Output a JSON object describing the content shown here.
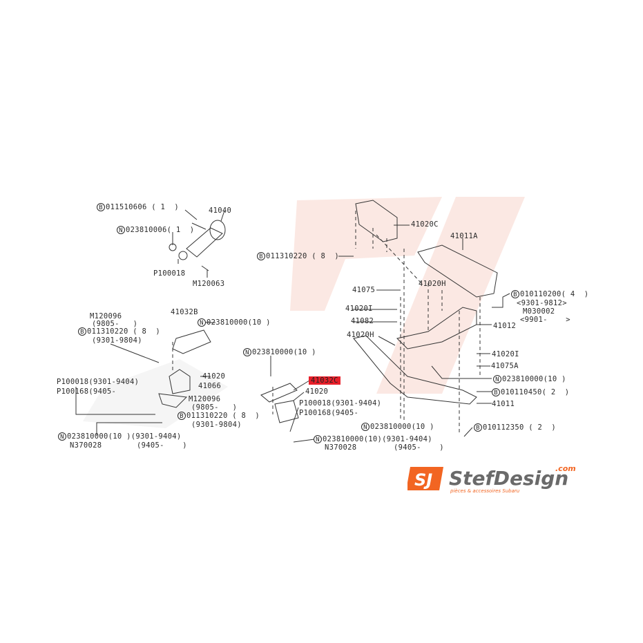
{
  "accent_highlight": "#e8202a",
  "watermark_color": "#fbe3dc",
  "logo": {
    "text": "StefDesign",
    "domain": ".com",
    "tagline": "pièces & accessoires Subaru",
    "badge": "SJ",
    "color": "#f26522"
  },
  "labels": [
    {
      "id": "l1",
      "prefix": "B",
      "text": "011510606 ( 1  )"
    },
    {
      "id": "l2",
      "text": "41040"
    },
    {
      "id": "l3",
      "prefix": "N",
      "text": "023810006( 1  )"
    },
    {
      "id": "l4",
      "text": "P100018"
    },
    {
      "id": "l5",
      "text": "M120063"
    },
    {
      "id": "l6",
      "text": "M120096"
    },
    {
      "id": "l7",
      "text": "(9805-   )"
    },
    {
      "id": "l8",
      "prefix": "B",
      "text": "011310220 ( 8  )"
    },
    {
      "id": "l9",
      "text": "(9301-9804)"
    },
    {
      "id": "l10",
      "text": "41032B"
    },
    {
      "id": "l11",
      "prefix": "N",
      "text": "023810000(10 )"
    },
    {
      "id": "l12",
      "text": "41020"
    },
    {
      "id": "l13",
      "text": "41066"
    },
    {
      "id": "l14",
      "text": "P100018(9301-9404)"
    },
    {
      "id": "l15",
      "text": "P100168(9405-"
    },
    {
      "id": "l16",
      "text": "M120096"
    },
    {
      "id": "l17",
      "text": "(9805-   )"
    },
    {
      "id": "l18",
      "prefix": "B",
      "text": "011310220 ( 8  )"
    },
    {
      "id": "l19",
      "text": "(9301-9804)"
    },
    {
      "id": "l20",
      "prefix": "N",
      "text": "023810000(10 )(9301-9404)"
    },
    {
      "id": "l21",
      "text": "N370028"
    },
    {
      "id": "l22",
      "text": "(9405-    )"
    },
    {
      "id": "l23",
      "prefix": "N",
      "text": "023810000(10 )"
    },
    {
      "id": "l24",
      "text": "41032C",
      "highlight": true
    },
    {
      "id": "l25",
      "text": "41020"
    },
    {
      "id": "l26",
      "text": "P100018(9301-9404)"
    },
    {
      "id": "l27",
      "text": "P100168(9405-"
    },
    {
      "id": "l28",
      "prefix": "N",
      "text": "023810000(10)(9301-9404)"
    },
    {
      "id": "l29",
      "text": "N370028"
    },
    {
      "id": "l30",
      "text": "(9405-    )"
    },
    {
      "id": "l31",
      "prefix": "N",
      "text": "023810000(10 )"
    },
    {
      "id": "l32",
      "text": "41020C"
    },
    {
      "id": "l33",
      "text": "41011A"
    },
    {
      "id": "l34",
      "prefix": "B",
      "text": "011310220 ( 8  )"
    },
    {
      "id": "l35",
      "text": "41075"
    },
    {
      "id": "l36",
      "text": "41020H"
    },
    {
      "id": "l37",
      "text": "41020I"
    },
    {
      "id": "l38",
      "text": "41082"
    },
    {
      "id": "l39",
      "text": "41020H"
    },
    {
      "id": "l40",
      "prefix": "B",
      "text": "010110200( 4  )"
    },
    {
      "id": "l41",
      "text": "<9301-9812>"
    },
    {
      "id": "l42",
      "text": "M030002"
    },
    {
      "id": "l43",
      "text": "<9901-    >"
    },
    {
      "id": "l44",
      "text": "41012"
    },
    {
      "id": "l45",
      "text": "41020I"
    },
    {
      "id": "l46",
      "text": "41075A"
    },
    {
      "id": "l47",
      "prefix": "N",
      "text": "023810000(10 )"
    },
    {
      "id": "l48",
      "prefix": "B",
      "text": "010110450( 2  )"
    },
    {
      "id": "l49",
      "text": "41011"
    },
    {
      "id": "l50",
      "prefix": "B",
      "text": "010112350 ( 2  )"
    }
  ]
}
